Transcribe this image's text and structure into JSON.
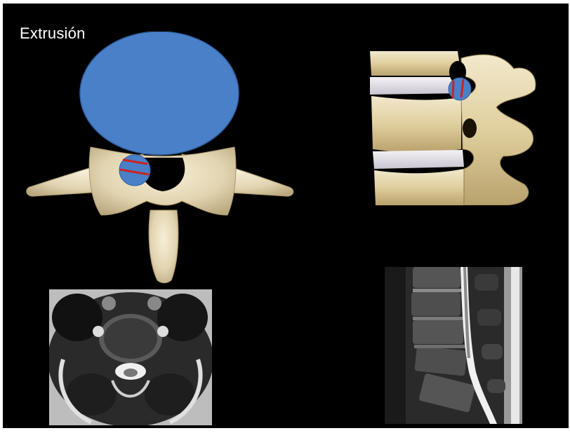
{
  "slide": {
    "title": "Extrusión",
    "background_color": "#000000",
    "accent_disc_color": "#4a80c8",
    "marker_color": "#cc2222",
    "bone_color": "#e8dcc0"
  },
  "panels": {
    "axial_vertebra": {
      "icon": "axial-vertebra-illustration"
    },
    "lateral_spine": {
      "icon": "lateral-spine-illustration"
    },
    "axial_mri": {
      "icon": "axial-mri-scan"
    },
    "sagittal_mri": {
      "icon": "sagittal-mri-scan"
    }
  }
}
